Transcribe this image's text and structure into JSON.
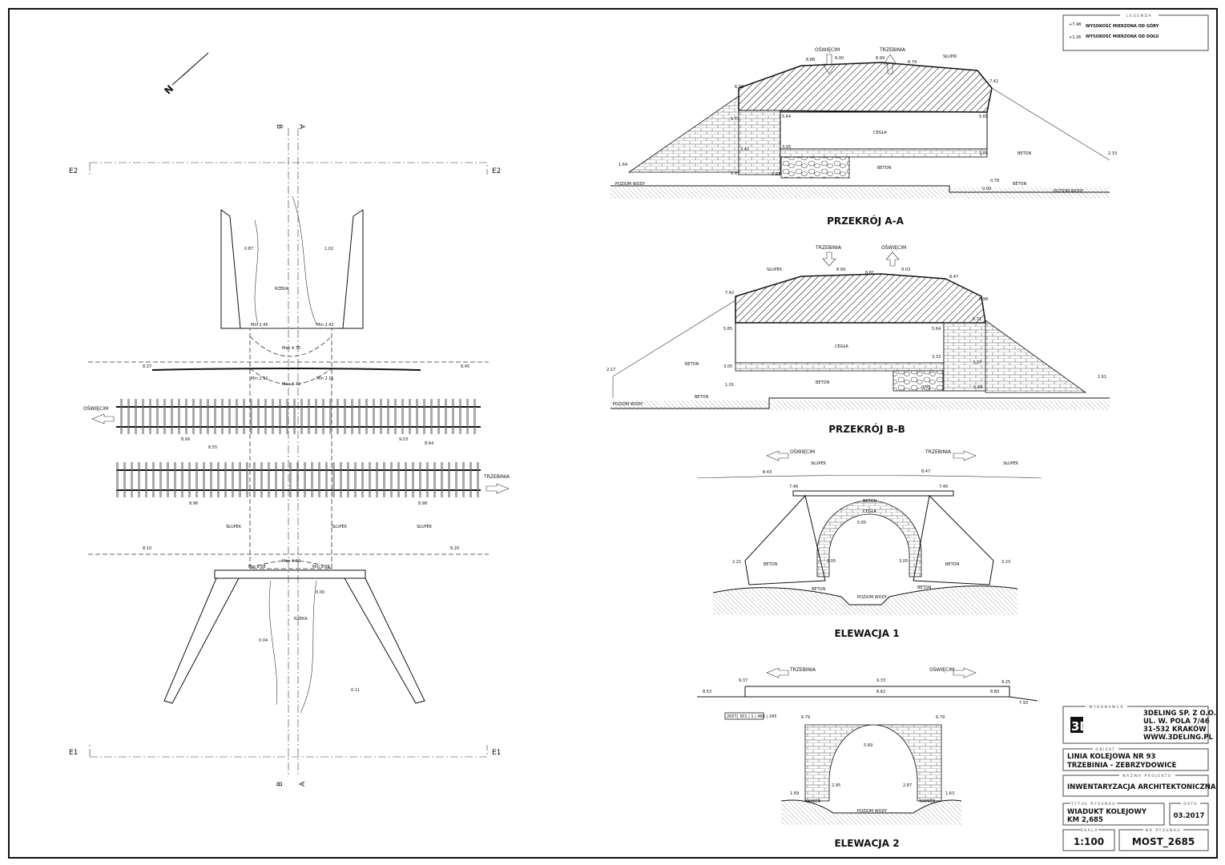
{
  "legend": {
    "title": "LEGENDA",
    "items": [
      {
        "sample": "+7.48",
        "label": "WYSOKOŚĆ MIERZONA OD GÓRY"
      },
      {
        "sample": "+1.26",
        "label": "WYSOKOŚĆ MIERZONA OD DOŁU"
      }
    ]
  },
  "title_block": {
    "contractor_label": "WYKONAWCA",
    "logo": "3Deling",
    "company": [
      "3DELING SP. Z O.O.",
      "UL. W. POLA 7/46",
      "31-532 KRAKÓW",
      "WWW.3DELING.PL"
    ],
    "object_label": "OBIEKT",
    "object": [
      "LINIA KOLEJOWA NR 93",
      "TRZEBINIA - ZEBRZYDOWICE"
    ],
    "project_label": "NAZWA PROJEKTU",
    "project": "INWENTARYZACJA ARCHITEKTONICZNA",
    "drawing_title_label": "TYTUŁ RYSUNKU",
    "drawing_title": [
      "WIADUKT KOLEJOWY",
      "KM 2,685"
    ],
    "date_label": "DATA",
    "date": "03.2017",
    "scale_label": "SKALA",
    "scale": "1:100",
    "drawing_no_label": "NR RYSUNKU",
    "drawing_no": "MOST_2685"
  },
  "plan": {
    "north": "N",
    "cuts": {
      "a": "A",
      "b": "B",
      "e1": "E1",
      "e2": "E2"
    },
    "river": "RZEKA",
    "oswiecim": "OŚWIĘCIM",
    "trzebinia": "TRZEBINIA",
    "slupek": "SŁUPEK",
    "levels": [
      "0.87",
      "1.02",
      "8.37",
      "8.45",
      "8.99",
      "9.03",
      "8.55",
      "8.64",
      "8.96",
      "8.98",
      "8.10",
      "8.20",
      "0.00",
      "0.04",
      "0.11"
    ],
    "dims": [
      "Min 2.45",
      "Min 2.42",
      "Max 4.75",
      "Min 2.11",
      "Min 2.11",
      "Max 4.71",
      "Max 4.66",
      "Min 2.08",
      "Min 2.08"
    ]
  },
  "section_aa": {
    "title": "PRZEKRÓJ A-A",
    "oswiecim": "OŚWIĘCIM",
    "trzebinia": "TRZEBINIA",
    "slupki": "SŁUPKI",
    "cegla": "CEGŁA",
    "beton": "BETON",
    "poziom_wody": "POZIOM WODY",
    "levels": [
      "8.88",
      "9.00",
      "8.99",
      "8.74",
      "6.98",
      "7.42",
      "5.71",
      "5.64",
      "5.65",
      "3.05",
      "3.42",
      "3.05",
      "1.64",
      "2.33",
      "0.97",
      "0.93",
      "0.78",
      "0.00"
    ]
  },
  "section_bb": {
    "title": "PRZEKRÓJ B-B",
    "oswiecim": "OŚWIĘCIM",
    "trzebinia": "TRZEBINIA",
    "slupek": "SŁUPEK",
    "cegla": "CEGŁA",
    "beton": "BETON",
    "poziom_wody": "POZIOM WODY",
    "levels": [
      "8.99",
      "8.81",
      "9.03",
      "8.47",
      "7.42",
      "6.98",
      "5.65",
      "5.64",
      "5.71",
      "3.05",
      "3.33",
      "3.37",
      "2.17",
      "1.61",
      "1.01",
      "0.92",
      "0.99"
    ]
  },
  "elev1": {
    "title": "ELEWACJA 1",
    "oswiecim": "OŚWIĘCIM",
    "trzebinia": "TRZEBINIA",
    "slupek": "SŁUPEK",
    "cegla": "CEGŁA",
    "beton": "BETON",
    "poziom_wody": "POZIOM WODY",
    "levels": [
      "8.43",
      "8.47",
      "7.46",
      "7.46",
      "5.65",
      "3.05",
      "3.05",
      "2.21",
      "3.23"
    ]
  },
  "elev2": {
    "title": "ELEWACJA 2",
    "oswiecim": "OŚWIĘCIM",
    "trzebinia": "TRZEBINIA",
    "plate": "2007| 301 | 1 | 466 | 245",
    "kamien": "KAMIEŃ",
    "poziom_wody": "POZIOM WODY",
    "levels": [
      "9.37",
      "9.33",
      "9.25",
      "8.53",
      "8.62",
      "8.60",
      "7.93",
      "6.79",
      "6.79",
      "5.69",
      "2.95",
      "2.87",
      "1.69",
      "1.63"
    ]
  }
}
